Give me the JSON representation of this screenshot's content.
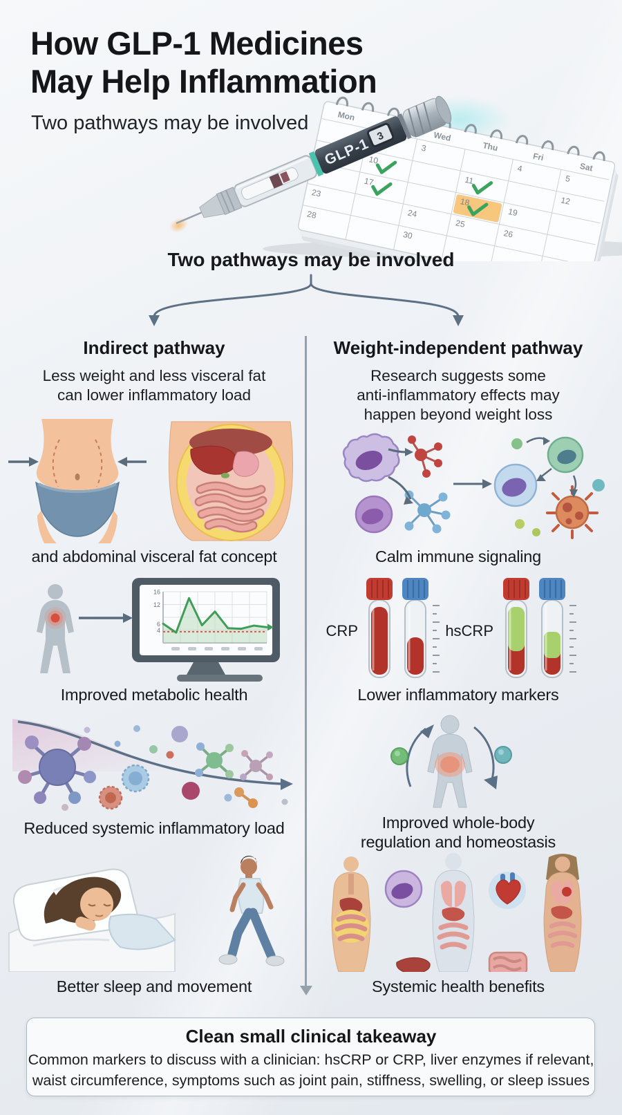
{
  "header": {
    "title_line1": "How GLP-1 Medicines",
    "title_line2": "May Help Inflammation",
    "subtitle": "Two pathways may be involved"
  },
  "branch_heading": "Two pathways may be involved",
  "hero": {
    "pen_label": "GLP-1",
    "pen_dose": "3",
    "calendar": {
      "day_headers": [
        "Mon",
        "",
        "Wed",
        "Thu",
        "Fri",
        "Sat"
      ],
      "cells": [
        [
          "",
          "",
          "3",
          "",
          "4",
          "5"
        ],
        [
          "",
          "10",
          "",
          "11",
          "",
          "12"
        ],
        [
          "",
          "17",
          "",
          "18",
          "19",
          ""
        ],
        [
          "23",
          "",
          "24",
          "25",
          "26",
          ""
        ],
        [
          "28",
          "",
          "30",
          "",
          "",
          ""
        ]
      ],
      "checked_cells": [
        [
          1,
          1
        ],
        [
          1,
          3
        ],
        [
          2,
          1
        ]
      ],
      "highlighted_cell": [
        2,
        3
      ],
      "check_color": "#3aa35d",
      "highlight_color": "#f6c77d"
    }
  },
  "left_column": {
    "heading": "Indirect pathway",
    "subheading_lines": [
      "Less weight and less visceral fat",
      "can lower inflammatory load"
    ],
    "captions": [
      "and abdominal visceral fat concept",
      "Improved metabolic health",
      "Reduced systemic inflammatory load",
      "Better sleep and movement"
    ]
  },
  "right_column": {
    "heading": "Weight-independent pathway",
    "subheading_lines": [
      "Research suggests some",
      "anti-inflammatory effects may",
      "happen beyond weight loss"
    ],
    "captions": [
      "Calm immune signaling",
      "Lower inflammatory markers",
      "Systemic health benefits"
    ],
    "caption_two_line": [
      "Improved whole-body",
      "regulation and homeostasis"
    ],
    "tube_labels": [
      "CRP",
      "hsCRP"
    ]
  },
  "chart_data": {
    "type": "line",
    "title": "Improved metabolic health monitor trend",
    "x": [
      0,
      1,
      2,
      3,
      4,
      5,
      6,
      7,
      8
    ],
    "values": [
      6,
      3.2,
      14,
      5.5,
      9.8,
      4.6,
      4.4,
      5.4,
      4.9
    ],
    "baseline": 3.5,
    "y_ticks": [
      "16",
      "12",
      "6",
      "4"
    ],
    "y_tick_values": [
      16,
      12,
      6,
      4
    ],
    "ylim": [
      0,
      16
    ],
    "line_color": "#3f9d58",
    "baseline_color": "#cc5a52",
    "grid": true,
    "legend": "none"
  },
  "takeaway": {
    "title": "Clean small clinical takeaway",
    "body_lines": [
      "Common markers to discuss with a clinician: hsCRP or CRP, liver enzymes if relevant,",
      "waist circumference, symptoms such as joint pain, stiffness, swelling, or sleep issues"
    ]
  },
  "colors": {
    "background_top": "#f6f8fa",
    "background_bottom": "#e3e8ee",
    "text": "#17191c",
    "connector": "#5d7084",
    "divider": "#94a0ab",
    "check_green": "#3aa35d",
    "highlight_orange": "#f6c77d",
    "crp_red": "#b23329",
    "cap_red": "#c13b31",
    "cap_blue": "#4d86c0",
    "tube_green": "#a8d06c",
    "chart_green": "#3f9d58",
    "pen_teal": "#49c2ae"
  }
}
